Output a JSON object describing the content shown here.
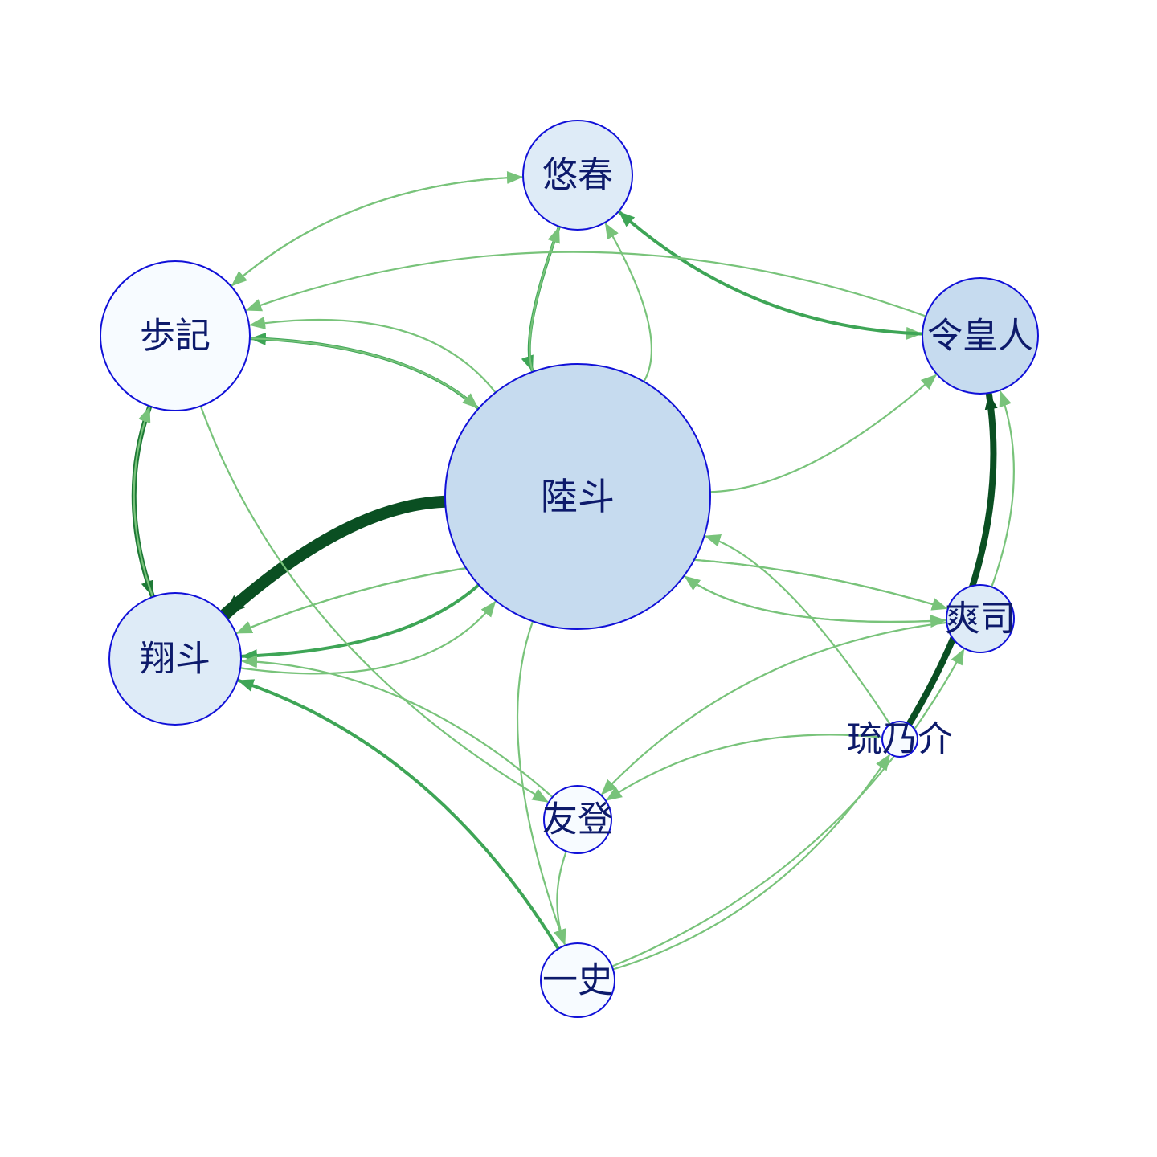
{
  "colors": {
    "node_stroke": "#1010d8",
    "label": "#0d1a6b",
    "edge_light": "#78c37a",
    "edge_mid": "#3ea556",
    "edge_dark": "#1e7a36",
    "edge_darkest": "#0a4f22"
  },
  "nodes": [
    {
      "id": "rikuto",
      "label": "陸斗",
      "fill": "#c6dbef"
    },
    {
      "id": "haruka",
      "label": "悠春",
      "fill": "#deebf7"
    },
    {
      "id": "ayuki",
      "label": "歩記",
      "fill": "#f7fbff"
    },
    {
      "id": "reiou",
      "label": "令皇人",
      "fill": "#c6dbef"
    },
    {
      "id": "shoto",
      "label": "翔斗",
      "fill": "#deebf7"
    },
    {
      "id": "soji",
      "label": "爽司",
      "fill": "#deebf7"
    },
    {
      "id": "runosuke",
      "label": "琉乃介",
      "fill": "#f7fbff"
    },
    {
      "id": "yuto",
      "label": "友登",
      "fill": "#f7fbff"
    },
    {
      "id": "kazufumi",
      "label": "一史",
      "fill": "#f7fbff"
    }
  ],
  "edges": [
    {
      "from": "rikuto",
      "to": "shoto",
      "weight": 5
    },
    {
      "from": "rikuto",
      "to": "shoto",
      "weight": 2
    },
    {
      "from": "shoto",
      "to": "rikuto",
      "weight": 1
    },
    {
      "from": "haruka",
      "to": "rikuto",
      "weight": 2
    },
    {
      "from": "rikuto",
      "to": "haruka",
      "weight": 1
    },
    {
      "from": "rikuto",
      "to": "haruka",
      "weight": 1
    },
    {
      "from": "haruka",
      "to": "ayuki",
      "weight": 1
    },
    {
      "from": "ayuki",
      "to": "haruka",
      "weight": 1
    },
    {
      "from": "haruka",
      "to": "reiou",
      "weight": 1
    },
    {
      "from": "reiou",
      "to": "haruka",
      "weight": 2
    },
    {
      "from": "ayuki",
      "to": "shoto",
      "weight": 3
    },
    {
      "from": "shoto",
      "to": "ayuki",
      "weight": 1
    },
    {
      "from": "rikuto",
      "to": "ayuki",
      "weight": 2
    },
    {
      "from": "ayuki",
      "to": "rikuto",
      "weight": 1
    },
    {
      "from": "rikuto",
      "to": "ayuki",
      "weight": 1
    },
    {
      "from": "rikuto",
      "to": "reiou",
      "weight": 1
    },
    {
      "from": "reiou",
      "to": "ayuki",
      "weight": 1
    },
    {
      "from": "runosuke",
      "to": "reiou",
      "weight": 4
    },
    {
      "from": "soji",
      "to": "reiou",
      "weight": 1
    },
    {
      "from": "rikuto",
      "to": "soji",
      "weight": 1
    },
    {
      "from": "soji",
      "to": "rikuto",
      "weight": 1
    },
    {
      "from": "runosuke",
      "to": "rikuto",
      "weight": 1
    },
    {
      "from": "soji",
      "to": "shoto",
      "weight": 1
    },
    {
      "from": "shoto",
      "to": "soji",
      "weight": 1
    },
    {
      "from": "soji",
      "to": "yuto",
      "weight": 1
    },
    {
      "from": "runosuke",
      "to": "yuto",
      "weight": 1
    },
    {
      "from": "yuto",
      "to": "shoto",
      "weight": 1
    },
    {
      "from": "ayuki",
      "to": "yuto",
      "weight": 1
    },
    {
      "from": "yuto",
      "to": "kazufumi",
      "weight": 1
    },
    {
      "from": "kazufumi",
      "to": "shoto",
      "weight": 2
    },
    {
      "from": "kazufumi",
      "to": "soji",
      "weight": 1
    },
    {
      "from": "kazufumi",
      "to": "runosuke",
      "weight": 1
    },
    {
      "from": "rikuto",
      "to": "kazufumi",
      "weight": 1
    }
  ]
}
